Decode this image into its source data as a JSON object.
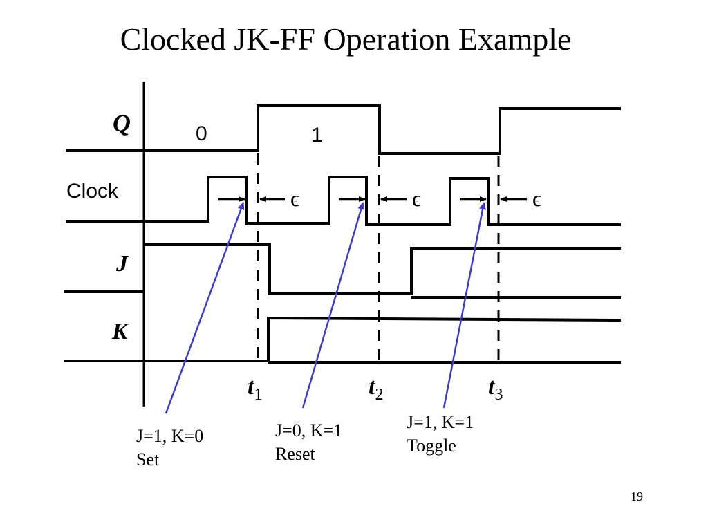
{
  "title": "Clocked JK-FF Operation Example",
  "signals": {
    "q": "Q",
    "clock": "Clock",
    "j": "J",
    "k": "K"
  },
  "q_values": [
    "0",
    "1"
  ],
  "epsilon": "ϵ",
  "times": [
    {
      "t": "t",
      "sub": "1"
    },
    {
      "t": "t",
      "sub": "2"
    },
    {
      "t": "t",
      "sub": "3"
    }
  ],
  "notes": [
    {
      "inputs": "J=1, K=0",
      "action": "Set"
    },
    {
      "inputs": "J=0, K=1",
      "action": "Reset"
    },
    {
      "inputs": "J=1, K=1",
      "action": "Toggle"
    }
  ],
  "colors": {
    "annotation_arrow": "#3a3ad0",
    "trace": "#000000"
  },
  "page_number": "19"
}
